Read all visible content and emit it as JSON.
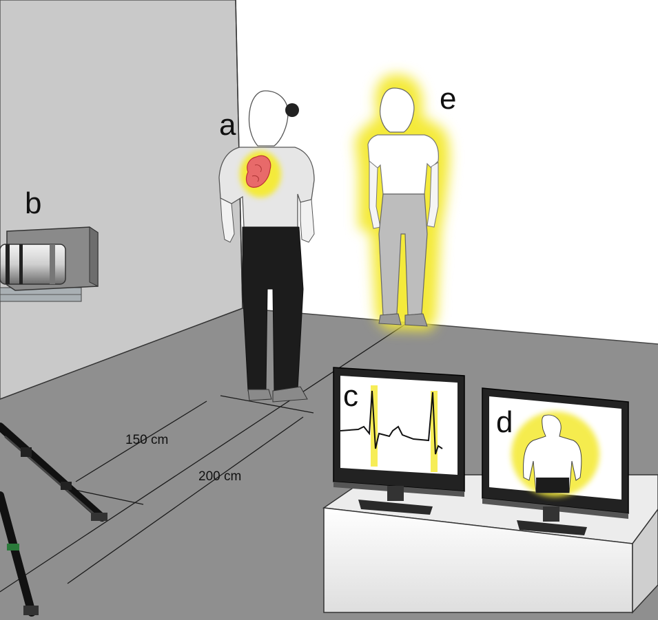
{
  "labels": {
    "a": "a",
    "b": "b",
    "c": "c",
    "d": "d",
    "e": "e"
  },
  "dimensions": {
    "near": "150 cm",
    "far": "200 cm"
  },
  "colors": {
    "wall_left": "#c9c9c9",
    "wall_back": "#ffffff",
    "floor": "#8f8f8f",
    "glow": "#f4ea3a",
    "heart": "#e86a6a",
    "shirt": "#e6e6e6",
    "pants_dark": "#1c1c1c",
    "pants_light": "#bdbdbd"
  }
}
